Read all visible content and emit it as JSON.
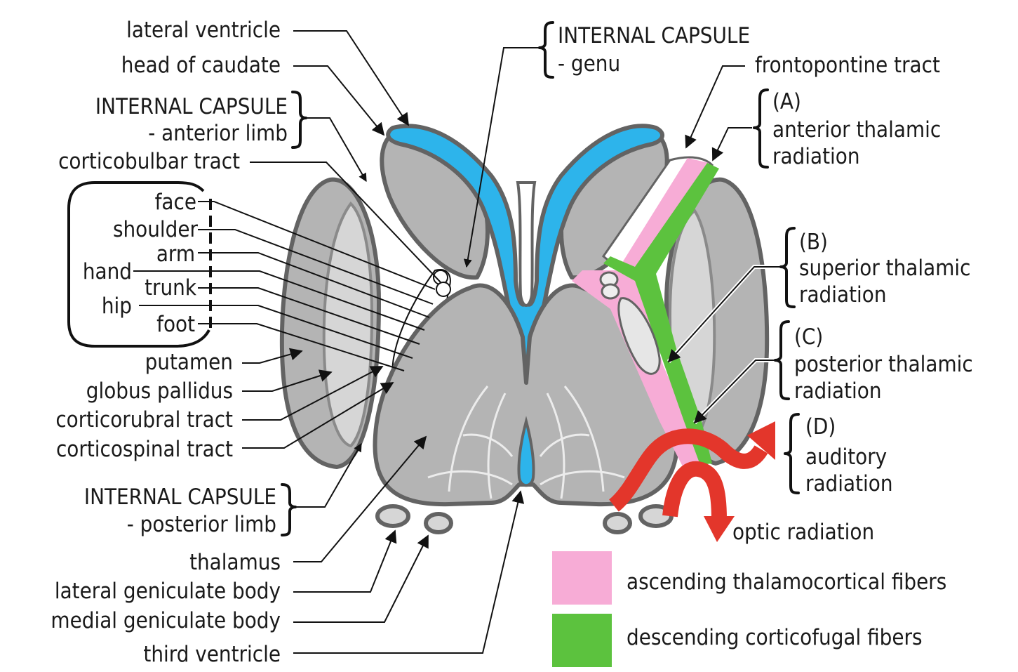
{
  "colors": {
    "ventricle": "#2db4eb",
    "gray_matter": "#b4b4b4",
    "outline": "#636363",
    "ascending": "#f7acd6",
    "descending": "#5cc23e",
    "radiation_arrows": "#e3362b"
  },
  "left_labels": {
    "lateral_ventricle": "lateral ventricle",
    "head_of_caudate": "head of caudate",
    "ic_anterior_title": "INTERNAL CAPSULE",
    "ic_anterior_sub": "- anterior limb",
    "corticobulbar": "corticobulbar tract",
    "somatotopy": [
      "face",
      "shoulder",
      "arm",
      "hand",
      "trunk",
      "hip",
      "foot"
    ],
    "putamen": "putamen",
    "globus_pallidus": "globus pallidus",
    "corticorubral": "corticorubral tract",
    "corticospinal": "corticospinal tract",
    "ic_posterior_title": "INTERNAL CAPSULE",
    "ic_posterior_sub": "- posterior limb",
    "thalamus": "thalamus",
    "lateral_geniculate": "lateral geniculate body",
    "medial_geniculate": "medial geniculate body",
    "third_ventricle": "third ventricle"
  },
  "top_labels": {
    "ic_genu_title": "INTERNAL CAPSULE",
    "ic_genu_sub": "- genu",
    "frontopontine": "frontopontine tract"
  },
  "right_labels": {
    "a_letter": "(A)",
    "a_line1": "anterior thalamic",
    "a_line2": "radiation",
    "b_letter": "(B)",
    "b_line1": "superior thalamic",
    "b_line2": "radiation",
    "c_letter": "(C)",
    "c_line1": "posterior thalamic",
    "c_line2": "radiation",
    "d_letter": "(D)",
    "d_line1": "auditory",
    "d_line2": "radiation",
    "optic": "optic radiation"
  },
  "legend": [
    {
      "label": "ascending thalamocortical fibers",
      "color": "#f7acd6"
    },
    {
      "label": "descending corticofugal fibers",
      "color": "#5cc23e"
    }
  ]
}
